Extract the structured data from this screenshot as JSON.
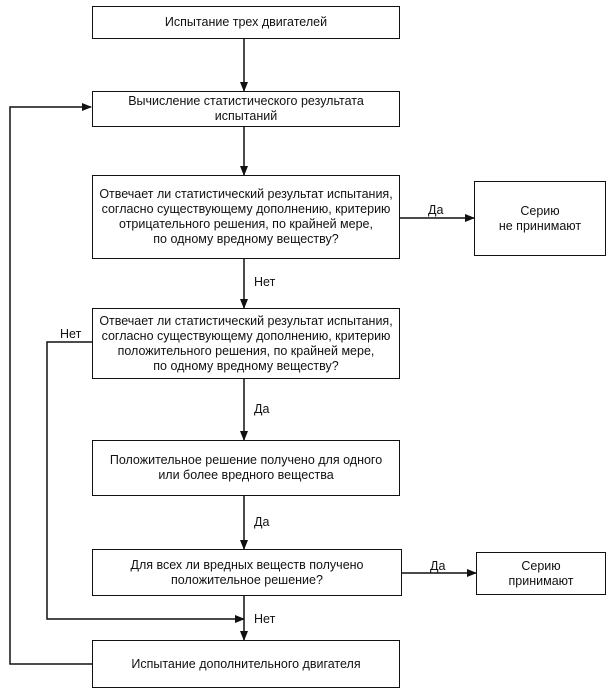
{
  "boxes": {
    "test_three_engines": [
      "Испытание трех двигателей"
    ],
    "compute_stat_result": [
      "Вычисление статистического результата",
      "испытаний"
    ],
    "question_negative": [
      "Отвечает ли статистический результат испытания,",
      "согласно существующему дополнению, критерию",
      "отрицательного решения, по крайней мере,",
      "по одному вредному веществу?"
    ],
    "reject_series": [
      "Серию",
      "не принимают"
    ],
    "question_positive": [
      "Отвечает ли статистический результат испытания,",
      "согласно существующему дополнению, критерию",
      "положительного решения, по крайней мере,",
      "по одному вредному веществу?"
    ],
    "positive_decision": [
      "Положительное решение получено для одного",
      "или более вредного вещества"
    ],
    "question_all": [
      "Для всех ли вредных веществ получено",
      "положительное решение?"
    ],
    "accept_series": [
      "Серию",
      "принимают"
    ],
    "test_additional_engine": [
      "Испытание дополнительного двигателя"
    ]
  },
  "labels": {
    "yes": "Да",
    "no": "Нет"
  }
}
